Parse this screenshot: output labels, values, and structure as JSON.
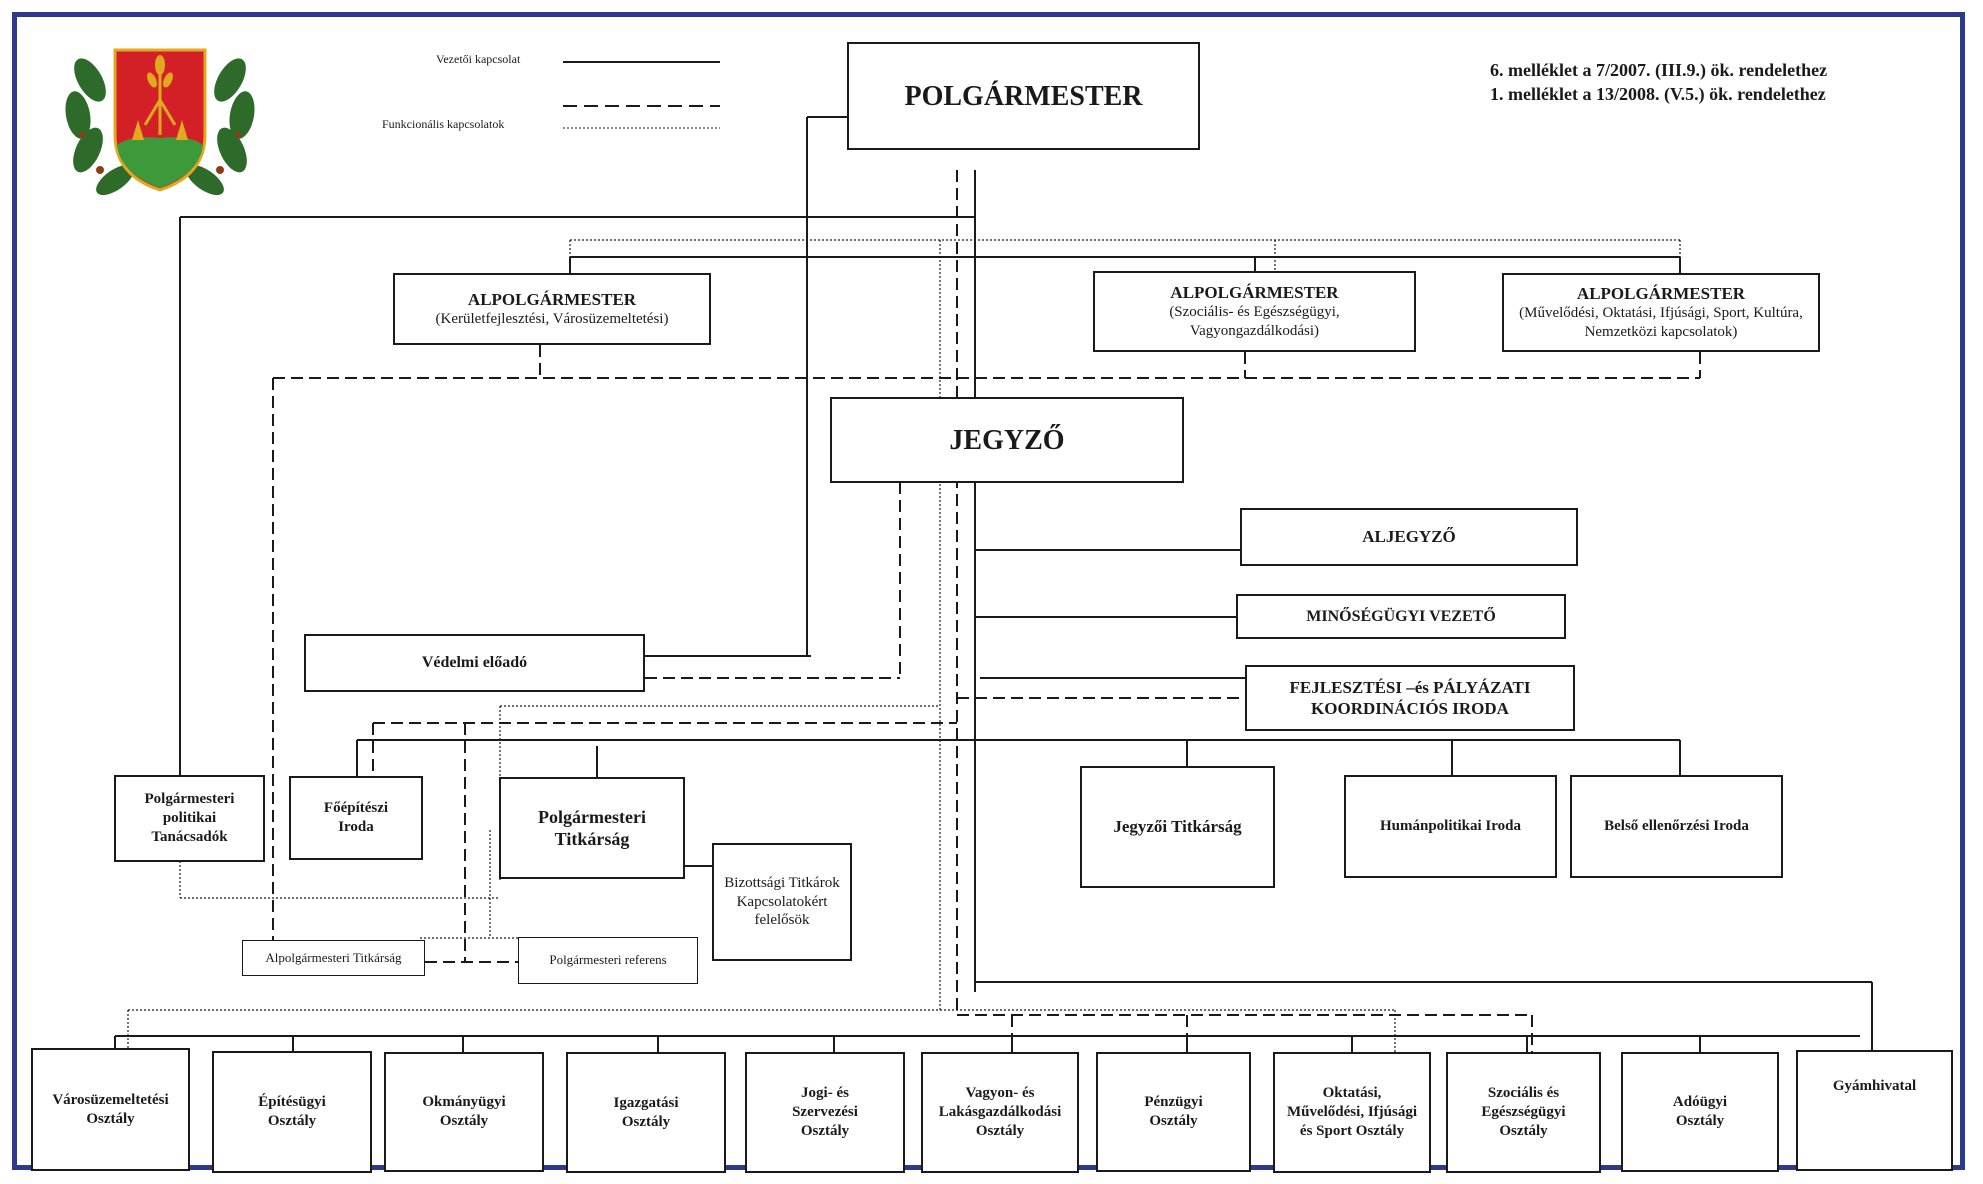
{
  "legend": {
    "leader": "Vezetői kapcsolat",
    "functional": "Funkcionális kapcsolatok"
  },
  "annex": {
    "line1": "6. melléklet a 7/2007. (III.9.) ök. rendelethez",
    "line2": "1. melléklet a 13/2008. (V.5.) ök. rendelethez"
  },
  "colors": {
    "frame": "#2b3a8c",
    "crest_red": "#d32027",
    "crest_green": "#3c9a3a",
    "crest_gold": "#e0a91f",
    "leaf": "#2e6b2a"
  },
  "icons": {
    "crest": "coat-of-arms-icon"
  },
  "mayor": "POLGÁRMESTER",
  "deputies": [
    {
      "title": "ALPOLGÁRMESTER",
      "desc": "(Kerületfejlesztési, Városüzemeltetési)"
    },
    {
      "title": "ALPOLGÁRMESTER",
      "desc": "(Szociális- és Egészségügyi, Vagyongazdálkodási)"
    },
    {
      "title": "ALPOLGÁRMESTER",
      "desc": "(Művelődési, Oktatási, Ifjúsági, Sport, Kultúra, Nemzetközi kapcsolatok)"
    }
  ],
  "notary": "JEGYZŐ",
  "deputy_notary": "ALJEGYZŐ",
  "quality_lead": "MINŐSÉGÜGYI VEZETŐ",
  "dev_office": "FEJLESZTÉSI –és PÁLYÁZATI KOORDINÁCIÓS IRODA",
  "defense": "Védelmi előadó",
  "advisors": "Polgármesteri politikai Tanácsadók",
  "architect": "Főépítészi Iroda",
  "mayor_secretariat": "Polgármesteri Titkárság",
  "committee": "Bizottsági Titkárok Kapcsolatokért felelősök",
  "deputy_secretariat": "Alpolgármesteri Titkárság",
  "mayor_referent": "Polgármesteri referens",
  "notary_secretariat": "Jegyzői Titkárság",
  "hr_office": "Humánpolitikai Iroda",
  "audit_office": "Belső ellenőrzési Iroda",
  "departments": [
    "Városüzemeltetési Osztály",
    "Építésügyi Osztály",
    "Okmányügyi Osztály",
    "Igazgatási Osztály",
    "Jogi- és Szervezési Osztály",
    "Vagyon- és Lakásgazdálkodási Osztály",
    "Pénzügyi Osztály",
    "Oktatási, Művelődési, Ifjúsági és Sport Osztály",
    "Szociális és Egészségügyi Osztály",
    "Adóügyi Osztály",
    "Gyámhivatal"
  ]
}
